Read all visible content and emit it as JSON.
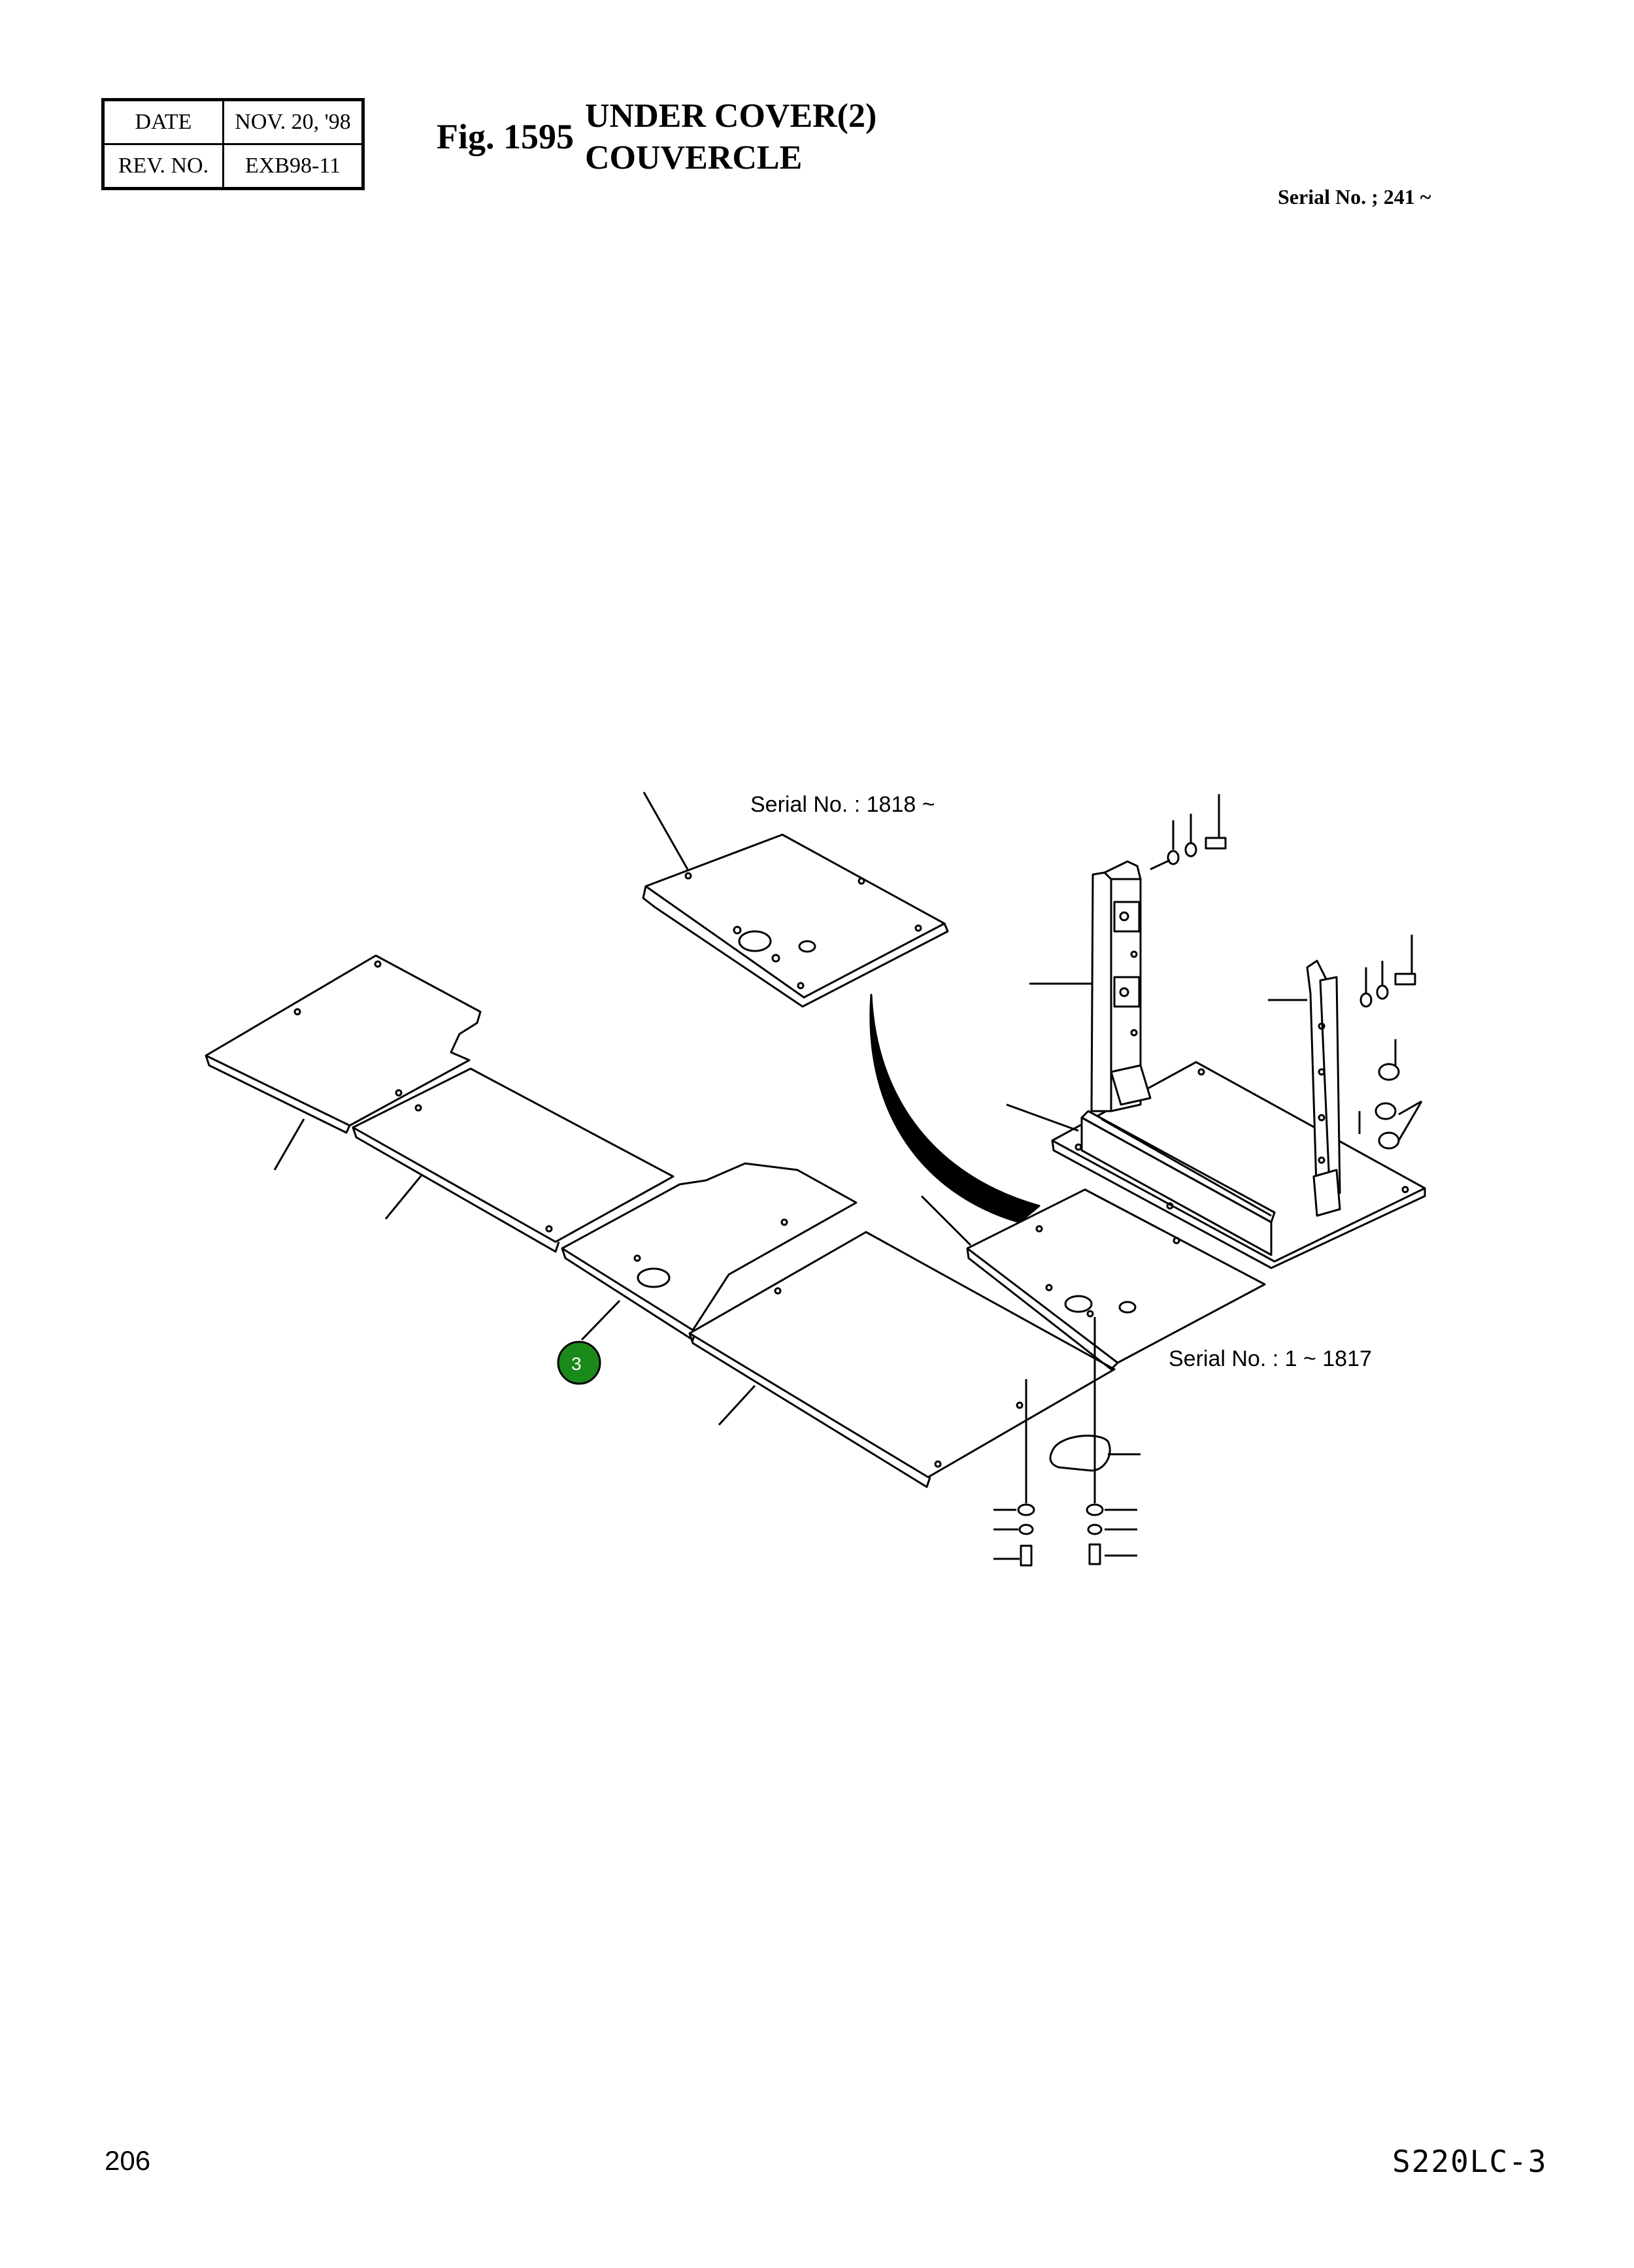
{
  "header": {
    "date_label": "DATE",
    "date_value": "NOV. 20, '98",
    "rev_label": "REV. NO.",
    "rev_value": "EXB98-11",
    "fig_number": "Fig. 1595",
    "title_en": "UNDER COVER(2)",
    "title_fr": "COUVERCLE",
    "serial_range": "Serial No. ; 241 ~"
  },
  "diagram": {
    "serial_top": "Serial No. : 1818 ~",
    "serial_bottom": "Serial No. : 1 ~ 1817",
    "callout_number": "3",
    "callout_color": "#1a8a1a"
  },
  "footer": {
    "page_number": "206",
    "model_code": "S220LC-3"
  }
}
